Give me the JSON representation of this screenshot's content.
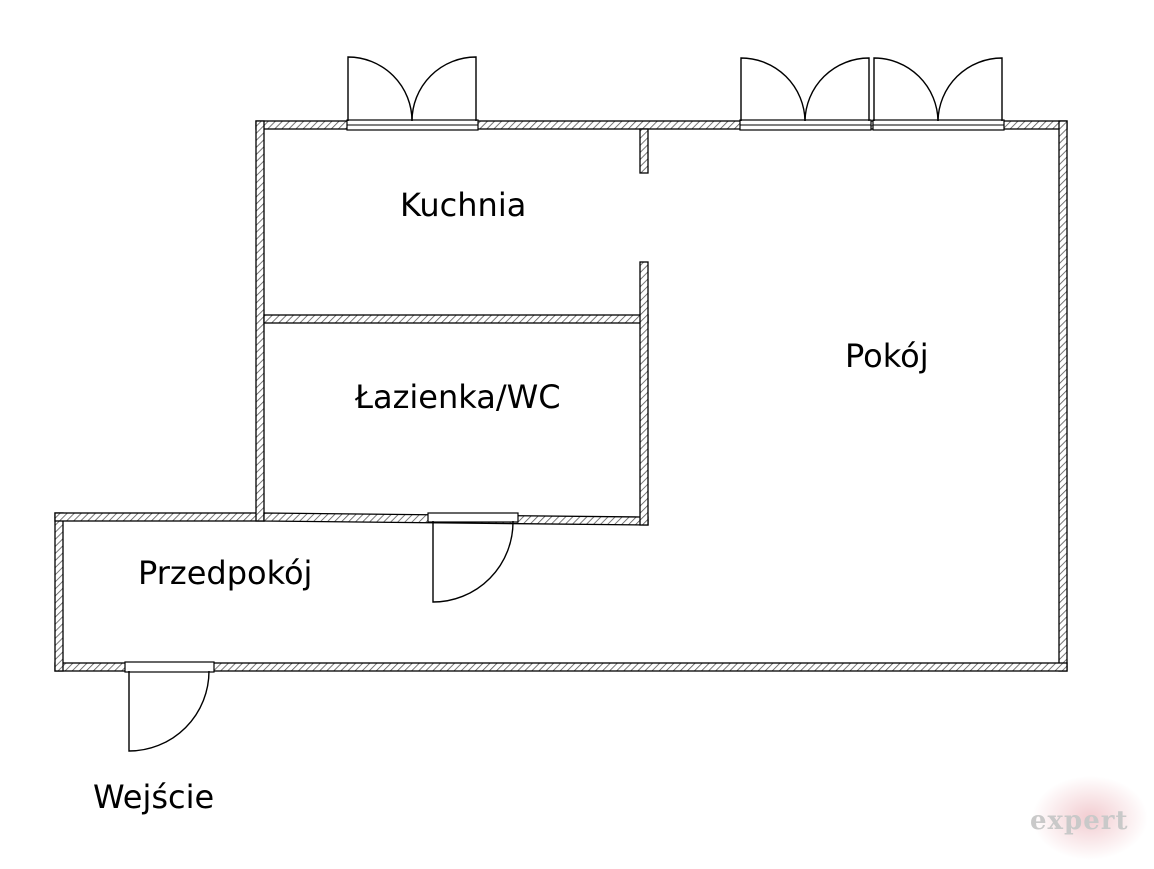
{
  "rooms": {
    "kitchen": "Kuchnia",
    "bathroom": "Łazienka/WC",
    "living_room": "Pokój",
    "hallway": "Przedpokój",
    "entrance": "Wejście"
  },
  "watermark": {
    "text": "expert"
  },
  "colors": {
    "wall_outline": "#000000",
    "wall_hatch": "#555555",
    "background": "#ffffff",
    "watermark_text": "#c9c9c9",
    "watermark_blob": "#f3d6d9"
  }
}
